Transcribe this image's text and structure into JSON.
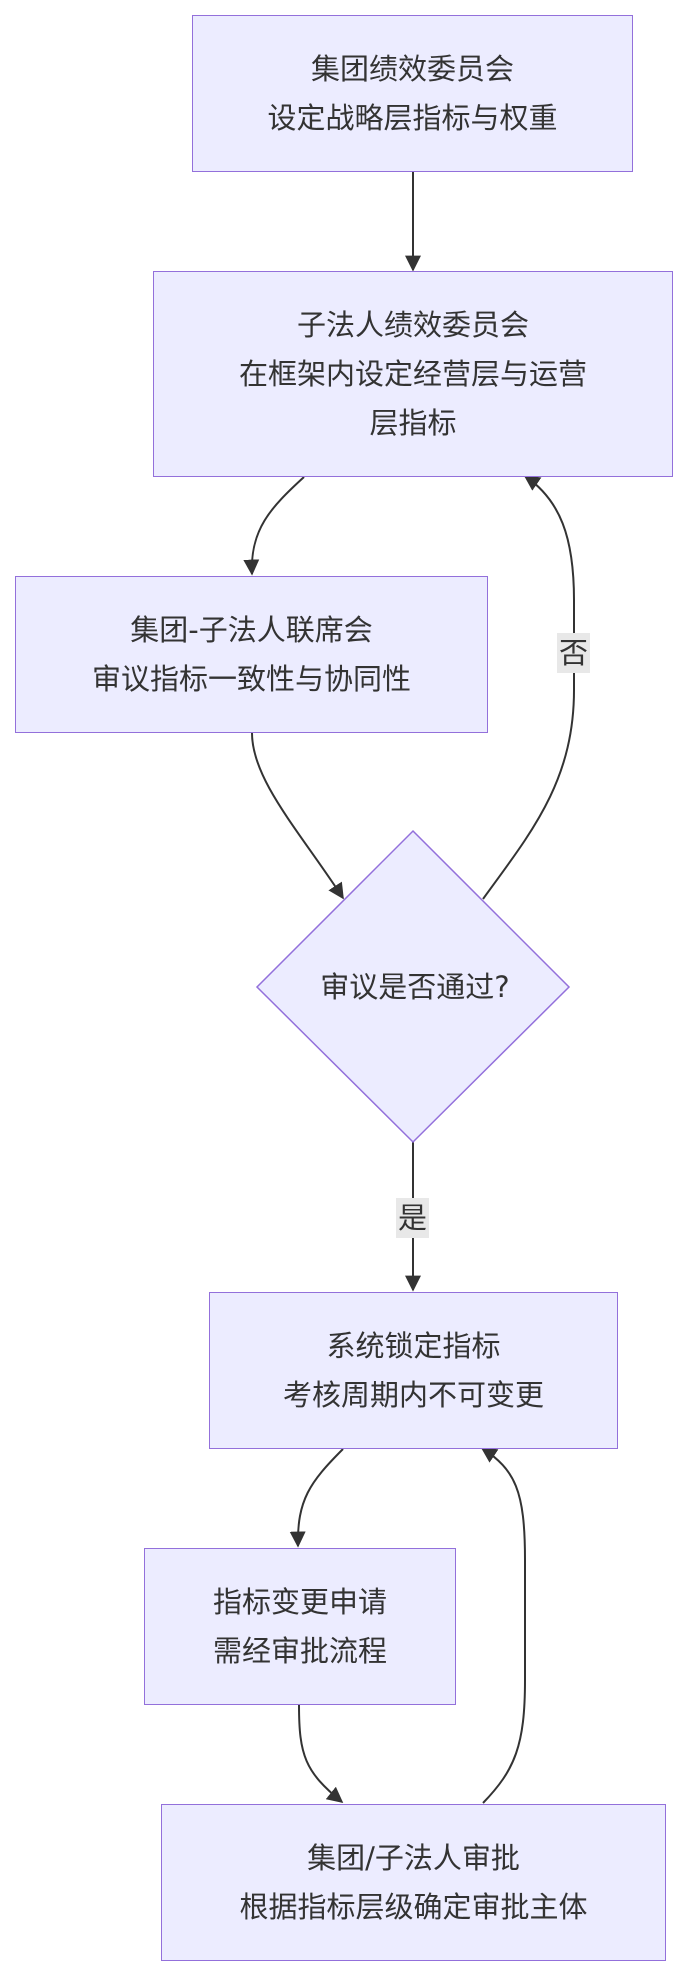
{
  "nodes": {
    "group_committee": [
      "集团绩效委员会",
      "设定战略层指标与权重"
    ],
    "sub_committee": [
      "子法人绩效委员会",
      "在框架内设定经营层与运营",
      "层指标"
    ],
    "joint_meeting": [
      "集团-子法人联席会",
      "审议指标一致性与协同性"
    ],
    "decision": "审议是否通过?",
    "lock": [
      "系统锁定指标",
      "考核周期内不可变更"
    ],
    "change_request": [
      "指标变更申请",
      "需经审批流程"
    ],
    "approval": [
      "集团/子法人审批",
      "根据指标层级确定审批主体"
    ]
  },
  "edges": {
    "no_label": "否",
    "yes_label": "是"
  },
  "colors": {
    "node_fill": "#ececff",
    "node_stroke": "#9370db",
    "edge_stroke": "#333333",
    "label_bg": "#e8e8e8"
  }
}
